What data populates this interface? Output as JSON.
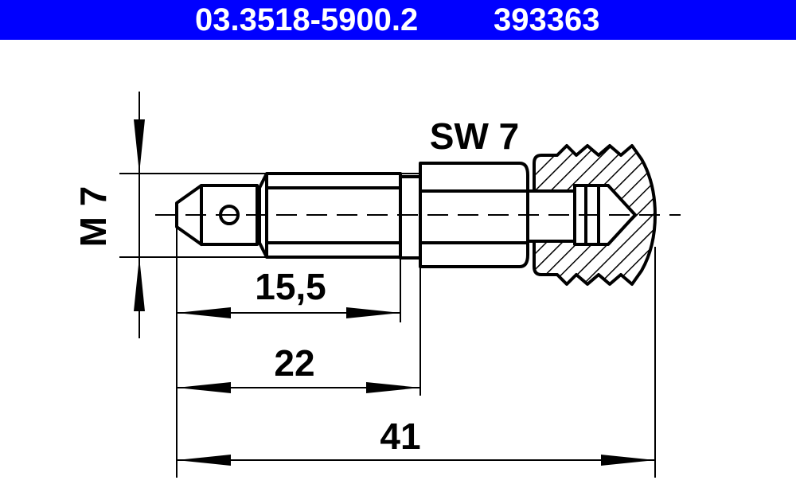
{
  "header": {
    "part_number": "03.3518-5900.2",
    "reference_number": "393363",
    "background_color": "#0000ff"
  },
  "drawing": {
    "thread_label": "M 7",
    "wrench_size_label": "SW 7",
    "dimensions": {
      "thread_length": "15,5",
      "shank_length": "22",
      "total_length": "41"
    }
  }
}
